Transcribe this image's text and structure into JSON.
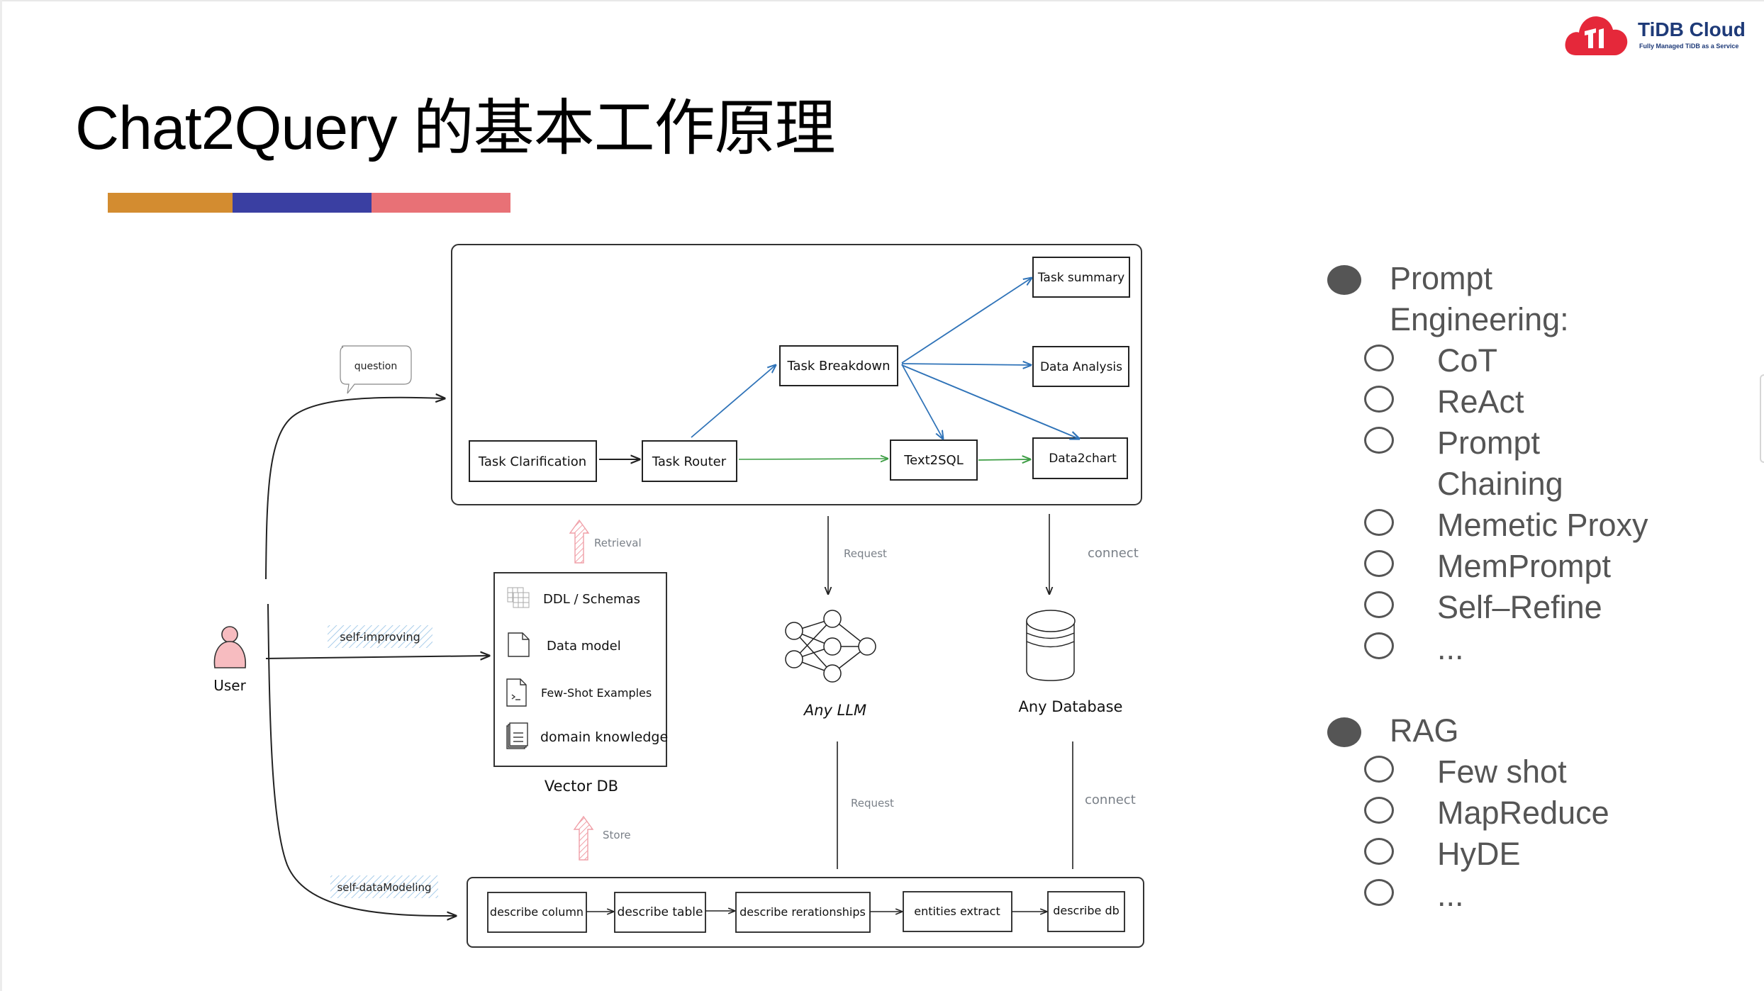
{
  "slide": {
    "title": "Chat2Query 的基本工作原理",
    "accent_bar_colors": [
      "#d38c30",
      "#3a3fa2",
      "#e87176"
    ]
  },
  "logo": {
    "name": "TiDB Cloud",
    "tagline": "Fully Managed TiDB as a Service",
    "brand_color": "#e5283a",
    "text_color": "#1e3a78"
  },
  "diagram": {
    "user_label": "User",
    "flow_labels": {
      "question": "question",
      "self_improving": "self-improving",
      "self_data_modeling": "self-dataModeling",
      "retrieval": "Retrieval",
      "store": "Store",
      "request_top": "Request",
      "request_bottom": "Request",
      "connect_top": "connect",
      "connect_bottom": "connect"
    },
    "task_nodes": {
      "task_clarification": "Task Clarification",
      "task_router": "Task Router",
      "task_breakdown": "Task Breakdown",
      "task_summary": "Task summary",
      "data_analysis": "Data Analysis",
      "text2sql": "Text2SQL",
      "data2chart": "Data2chart"
    },
    "vector_db": {
      "label": "Vector DB",
      "items": [
        {
          "icon": "table-grid-icon",
          "label": "DDL / Schemas"
        },
        {
          "icon": "document-icon",
          "label": "Data model"
        },
        {
          "icon": "terminal-file-icon",
          "label": "Few-Shot Examples"
        },
        {
          "icon": "stacked-docs-icon",
          "label": "domain knowledge"
        }
      ]
    },
    "llm_label": "Any LLM",
    "database_label": "Any Database",
    "modeling_steps": [
      "describe column",
      "describe table",
      "describe rerationships",
      "entities extract",
      "describe db"
    ],
    "colors": {
      "blue_arrow": "#2f73b8",
      "green_arrow": "#3e9e45",
      "pink_arrow": "#f0a0a8",
      "user_fill": "#f7bcc0",
      "label_gray": "#7a8088",
      "hatch_blue": "#a9cdea"
    }
  },
  "bullets": {
    "sections": [
      {
        "label": "Prompt Engineering:",
        "label_lines": [
          "Prompt",
          "Engineering:"
        ],
        "items": [
          {
            "lines": [
              "CoT"
            ]
          },
          {
            "lines": [
              "ReAct"
            ]
          },
          {
            "lines": [
              "Prompt",
              "Chaining"
            ]
          },
          {
            "lines": [
              "Memetic Proxy"
            ]
          },
          {
            "lines": [
              "MemPrompt"
            ]
          },
          {
            "lines": [
              "Self–Refine"
            ]
          },
          {
            "lines": [
              "..."
            ]
          }
        ]
      },
      {
        "label": "RAG",
        "label_lines": [
          "RAG"
        ],
        "items": [
          {
            "lines": [
              "Few shot"
            ]
          },
          {
            "lines": [
              "MapReduce"
            ]
          },
          {
            "lines": [
              "HyDE"
            ]
          },
          {
            "lines": [
              "..."
            ]
          }
        ]
      }
    ]
  }
}
